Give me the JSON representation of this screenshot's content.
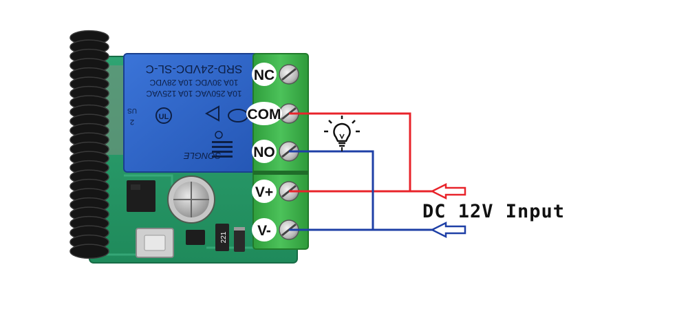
{
  "relay": {
    "model": "SRD-24VDC-SL-C",
    "rating_1": "10A 30VDC  10A 28VDC",
    "rating_2": "10A 250VAC  10A 125VAC",
    "brand": "SONGLE",
    "marks_left": "US",
    "marks_number": "2"
  },
  "terminals": [
    {
      "id": "nc",
      "label": "NC"
    },
    {
      "id": "com",
      "label": "COM"
    },
    {
      "id": "no",
      "label": "NO"
    },
    {
      "id": "vplus",
      "label": "V+"
    },
    {
      "id": "vminus",
      "label": "V-"
    }
  ],
  "components": {
    "resistor_label": "221"
  },
  "input_label": "DC 12V Input",
  "colors": {
    "positive_wire": "#e8232a",
    "negative_wire": "#1e3fa6",
    "relay_body": "#2d63c6",
    "terminal_block": "#3db24a",
    "pcb": "#2a9a6a",
    "antenna": "#121212"
  }
}
